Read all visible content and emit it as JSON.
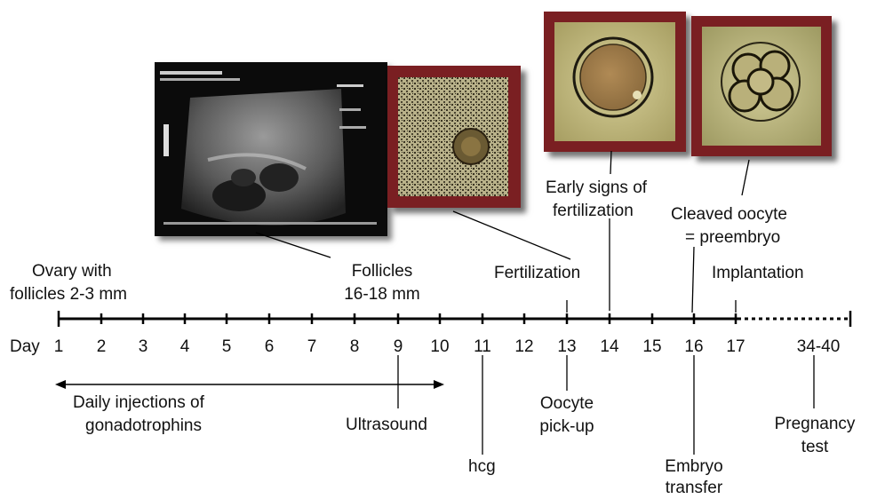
{
  "timeline": {
    "day_prefix": "Day",
    "days": [
      "1",
      "2",
      "3",
      "4",
      "5",
      "6",
      "7",
      "8",
      "9",
      "10",
      "11",
      "12",
      "13",
      "14",
      "15",
      "16",
      "17",
      "34-40"
    ]
  },
  "labels": {
    "ovary": "Ovary with",
    "ovary2": "follicles 2-3 mm",
    "follicles": "Follicles",
    "follicles2": "16-18 mm",
    "fertilization": "Fertilization",
    "early_signs": "Early signs of",
    "early_signs2": "fertilization",
    "cleaved": "Cleaved oocyte",
    "cleaved2": "= preembryo",
    "implantation": "Implantation",
    "daily": "Daily injections of",
    "daily2": "gonadotrophins",
    "ultrasound": "Ultrasound",
    "hcg": "hcg",
    "oocyte": "Oocyte",
    "oocyte2": "pick-up",
    "embryo": "Embryo",
    "embryo2": "transfer",
    "pregnancy": "Pregnancy",
    "pregnancy2": "test"
  },
  "colors": {
    "frame": "#7a1f22",
    "line": "#000000"
  },
  "images": [
    "ultrasound-scan",
    "follicle-micrograph",
    "fertilized-oocyte-micrograph",
    "cleaved-oocyte-micrograph"
  ]
}
